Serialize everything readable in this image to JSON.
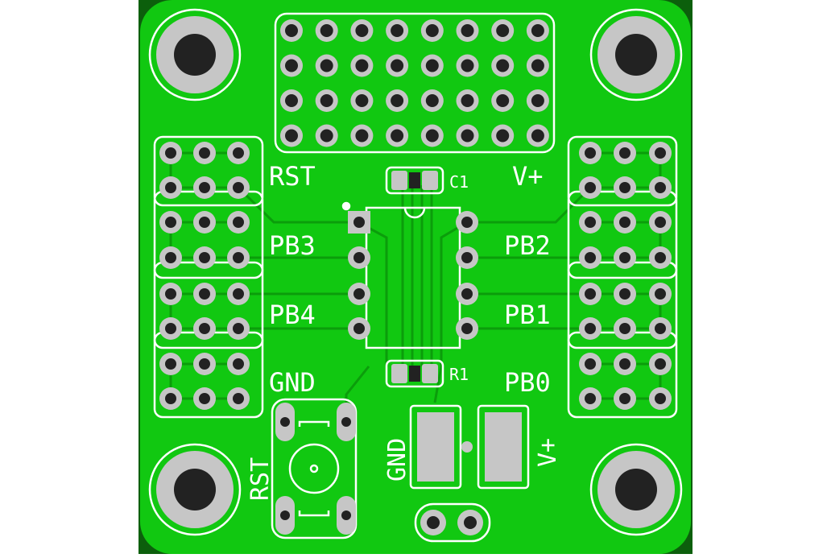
{
  "colors": {
    "board": "#11c811",
    "board_dark": "#0b9d0b",
    "silk": "#ffffff",
    "pad": "#c6c6c6",
    "hole": "#222222",
    "outside": "#ffffff",
    "frame": "#0c5f0c"
  },
  "labels": {
    "rst_top": "RST",
    "vplus_top": "V+",
    "pb3": "PB3",
    "pb2": "PB2",
    "pb4": "PB4",
    "pb1": "PB1",
    "gnd_left": "GND",
    "pb0": "PB0",
    "c1": "C1",
    "r1": "R1",
    "rst_button": "RST",
    "gnd_power": "GND",
    "vplus_power": "V+"
  }
}
